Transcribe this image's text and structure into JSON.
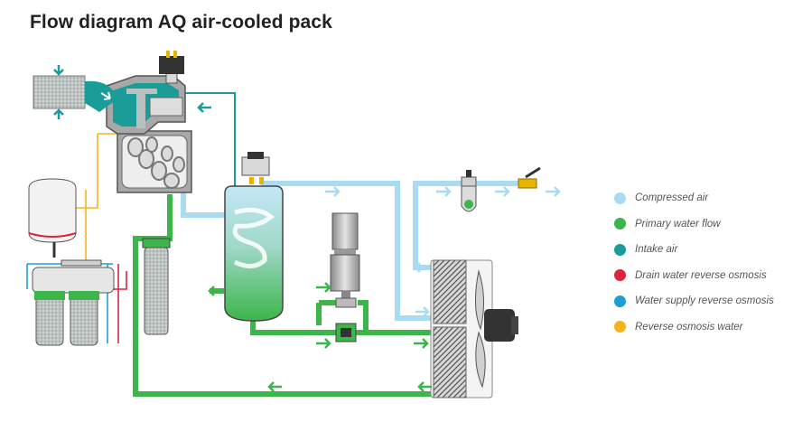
{
  "title": "Flow diagram AQ air-cooled pack",
  "colors": {
    "compressed_air": "#a9dcf3",
    "primary_water": "#3cb54a",
    "intake_air": "#1a9c98",
    "drain_water_ro": "#d7263d",
    "water_supply_ro": "#1d9fd6",
    "ro_water": "#f5b31b"
  },
  "legend": [
    {
      "label": "Compressed air",
      "color": "#a9dcf3"
    },
    {
      "label": "Primary water flow",
      "color": "#3cb54a"
    },
    {
      "label": "Intake air",
      "color": "#1a9c98"
    },
    {
      "label": "Drain water reverse osmosis",
      "color": "#d7263d"
    },
    {
      "label": "Water supply reverse osmosis",
      "color": "#1d9fd6"
    },
    {
      "label": "Reverse osmosis water",
      "color": "#f5b31b"
    }
  ]
}
